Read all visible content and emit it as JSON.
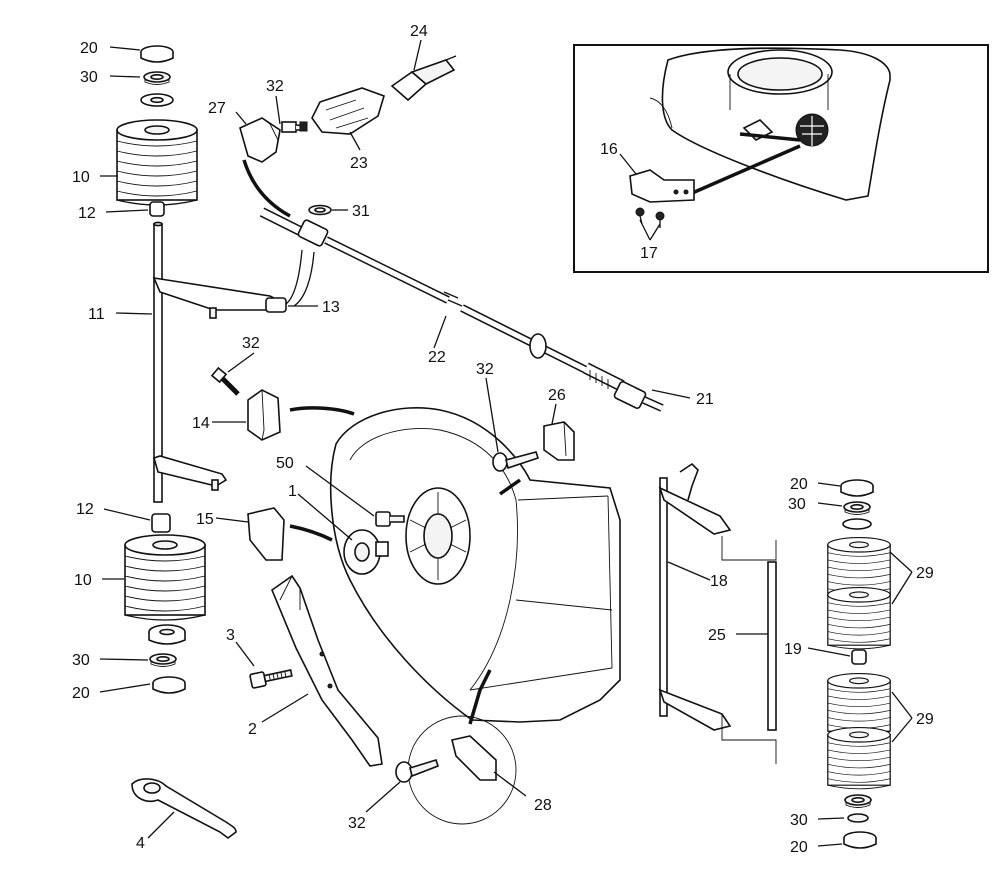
{
  "diagram": {
    "callouts": [
      {
        "key": "c20a",
        "text": "20"
      },
      {
        "key": "c30a",
        "text": "30"
      },
      {
        "key": "c10a",
        "text": "10"
      },
      {
        "key": "c12a",
        "text": "12"
      },
      {
        "key": "c11",
        "text": "11"
      },
      {
        "key": "c12b",
        "text": "12"
      },
      {
        "key": "c10b",
        "text": "10"
      },
      {
        "key": "c30b",
        "text": "30"
      },
      {
        "key": "c20b",
        "text": "20"
      },
      {
        "key": "c27",
        "text": "27"
      },
      {
        "key": "c32a",
        "text": "32"
      },
      {
        "key": "c24",
        "text": "24"
      },
      {
        "key": "c23",
        "text": "23"
      },
      {
        "key": "c31",
        "text": "31"
      },
      {
        "key": "c13",
        "text": "13"
      },
      {
        "key": "c22",
        "text": "22"
      },
      {
        "key": "c21",
        "text": "21"
      },
      {
        "key": "c32b",
        "text": "32"
      },
      {
        "key": "c14",
        "text": "14"
      },
      {
        "key": "c32c",
        "text": "32"
      },
      {
        "key": "c26",
        "text": "26"
      },
      {
        "key": "c50",
        "text": "50"
      },
      {
        "key": "c1",
        "text": "1"
      },
      {
        "key": "c15",
        "text": "15"
      },
      {
        "key": "c3",
        "text": "3"
      },
      {
        "key": "c2",
        "text": "2"
      },
      {
        "key": "c4",
        "text": "4"
      },
      {
        "key": "c32d",
        "text": "32"
      },
      {
        "key": "c28",
        "text": "28"
      },
      {
        "key": "c18",
        "text": "18"
      },
      {
        "key": "c25",
        "text": "25"
      },
      {
        "key": "c19",
        "text": "19"
      },
      {
        "key": "c20c",
        "text": "20"
      },
      {
        "key": "c30c",
        "text": "30"
      },
      {
        "key": "c29a",
        "text": "29"
      },
      {
        "key": "c29b",
        "text": "29"
      },
      {
        "key": "c30d",
        "text": "30"
      },
      {
        "key": "c20d",
        "text": "20"
      },
      {
        "key": "c16",
        "text": "16"
      },
      {
        "key": "c17",
        "text": "17"
      }
    ]
  }
}
